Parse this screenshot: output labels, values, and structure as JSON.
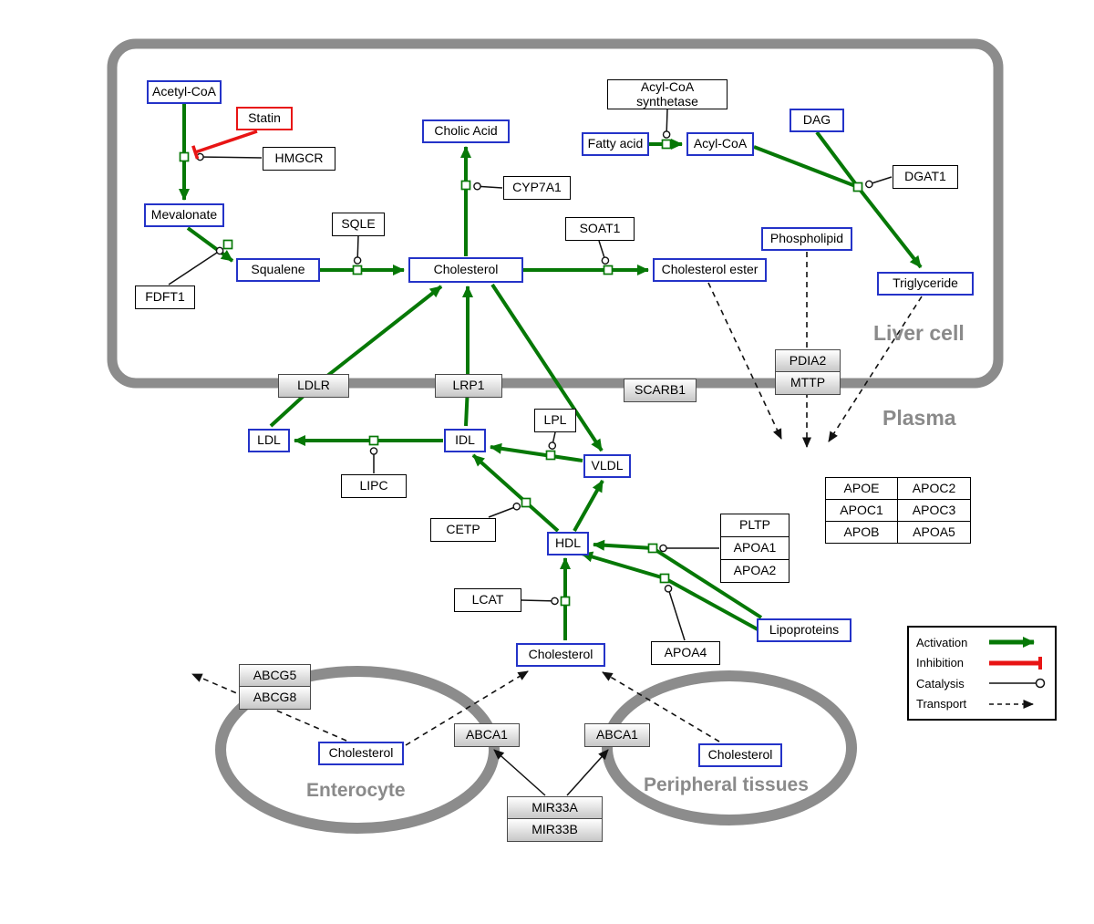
{
  "compartments": {
    "liver": {
      "label": "Liver cell"
    },
    "plasma": {
      "label": "Plasma"
    },
    "enterocyte": {
      "label": "Enterocyte"
    },
    "peripheral": {
      "label": "Peripheral tissues"
    }
  },
  "colors": {
    "activation": "#067806",
    "inhibition": "#e81414",
    "metabolite_border": "#2433c8",
    "compartment_border": "#8c8c8c"
  },
  "nodes": {
    "acetyl_coa": {
      "label": "Acetyl-CoA",
      "type": "metabolite"
    },
    "statin": {
      "label": "Statin",
      "type": "inhibitor"
    },
    "hmgcr": {
      "label": "HMGCR",
      "type": "gene"
    },
    "mevalonate": {
      "label": "Mevalonate",
      "type": "metabolite"
    },
    "fdft1": {
      "label": "FDFT1",
      "type": "gene"
    },
    "squalene": {
      "label": "Squalene",
      "type": "metabolite"
    },
    "sqle": {
      "label": "SQLE",
      "type": "gene"
    },
    "cholic_acid": {
      "label": "Cholic Acid",
      "type": "metabolite"
    },
    "cyp7a1": {
      "label": "CYP7A1",
      "type": "gene"
    },
    "cholesterol_liver": {
      "label": "Cholesterol",
      "type": "metabolite"
    },
    "soat1": {
      "label": "SOAT1",
      "type": "gene"
    },
    "cholesterol_ester": {
      "label": "Cholesterol ester",
      "type": "metabolite"
    },
    "acyl_coa_synthetase": {
      "label": "Acyl-CoA synthetase",
      "type": "gene"
    },
    "fatty_acid": {
      "label": "Fatty acid",
      "type": "metabolite"
    },
    "acyl_coa": {
      "label": "Acyl-CoA",
      "type": "metabolite"
    },
    "dag": {
      "label": "DAG",
      "type": "metabolite"
    },
    "dgat1": {
      "label": "DGAT1",
      "type": "gene"
    },
    "phospholipid": {
      "label": "Phospholipid",
      "type": "metabolite"
    },
    "triglyceride": {
      "label": "Triglyceride",
      "type": "metabolite"
    },
    "pdia2": {
      "label": "PDIA2",
      "type": "membrane-protein"
    },
    "mttp": {
      "label": "MTTP",
      "type": "membrane-protein"
    },
    "ldlr": {
      "label": "LDLR",
      "type": "membrane-protein"
    },
    "lrp1": {
      "label": "LRP1",
      "type": "membrane-protein"
    },
    "scarb1": {
      "label": "SCARB1",
      "type": "membrane-protein"
    },
    "ldl": {
      "label": "LDL",
      "type": "metabolite"
    },
    "idl": {
      "label": "IDL",
      "type": "metabolite"
    },
    "lipc": {
      "label": "LIPC",
      "type": "gene"
    },
    "lpl": {
      "label": "LPL",
      "type": "gene"
    },
    "vldl": {
      "label": "VLDL",
      "type": "metabolite"
    },
    "cetp": {
      "label": "CETP",
      "type": "gene"
    },
    "hdl": {
      "label": "HDL",
      "type": "metabolite"
    },
    "lcat": {
      "label": "LCAT",
      "type": "gene"
    },
    "cholesterol_plasma": {
      "label": "Cholesterol",
      "type": "metabolite"
    },
    "apoa4": {
      "label": "APOA4",
      "type": "gene"
    },
    "lipoproteins": {
      "label": "Lipoproteins",
      "type": "metabolite"
    },
    "pltp": {
      "label": "PLTP",
      "type": "gene"
    },
    "apoa1": {
      "label": "APOA1",
      "type": "gene"
    },
    "apoa2": {
      "label": "APOA2",
      "type": "gene"
    },
    "apoe": {
      "label": "APOE",
      "type": "gene"
    },
    "apoc2": {
      "label": "APOC2",
      "type": "gene"
    },
    "apoc1": {
      "label": "APOC1",
      "type": "gene"
    },
    "apoc3": {
      "label": "APOC3",
      "type": "gene"
    },
    "apob": {
      "label": "APOB",
      "type": "gene"
    },
    "apoa5": {
      "label": "APOA5",
      "type": "gene"
    },
    "abcg5": {
      "label": "ABCG5",
      "type": "membrane-protein"
    },
    "abcg8": {
      "label": "ABCG8",
      "type": "membrane-protein"
    },
    "cholesterol_enterocyte": {
      "label": "Cholesterol",
      "type": "metabolite"
    },
    "abca1_left": {
      "label": "ABCA1",
      "type": "membrane-protein"
    },
    "abca1_right": {
      "label": "ABCA1",
      "type": "membrane-protein"
    },
    "cholesterol_peripheral": {
      "label": "Cholesterol",
      "type": "metabolite"
    },
    "mir33a": {
      "label": "MIR33A",
      "type": "gene"
    },
    "mir33b": {
      "label": "MIR33B",
      "type": "gene"
    }
  },
  "interactions": [
    {
      "source": "Acetyl-CoA",
      "target": "Mevalonate",
      "type": "conversion",
      "catalyst": "HMGCR",
      "inhibitor": "Statin"
    },
    {
      "source": "Mevalonate",
      "target": "Squalene",
      "type": "conversion",
      "catalyst": "FDFT1"
    },
    {
      "source": "Squalene",
      "target": "Cholesterol",
      "type": "conversion",
      "catalyst": "SQLE"
    },
    {
      "source": "Cholesterol",
      "target": "Cholic Acid",
      "type": "conversion",
      "catalyst": "CYP7A1"
    },
    {
      "source": "Cholesterol",
      "target": "Cholesterol ester",
      "type": "conversion",
      "catalyst": "SOAT1"
    },
    {
      "source": "Fatty acid",
      "target": "Acyl-CoA",
      "type": "conversion",
      "catalyst": "Acyl-CoA synthetase"
    },
    {
      "source": "Acyl-CoA + DAG",
      "target": "Triglyceride",
      "type": "conversion",
      "catalyst": "DGAT1"
    },
    {
      "source": "LDL",
      "target": "Cholesterol (liver)",
      "type": "activation",
      "via": "LDLR"
    },
    {
      "source": "IDL",
      "target": "Cholesterol (liver)",
      "type": "activation",
      "via": "LRP1"
    },
    {
      "source": "Cholesterol (liver)",
      "target": "VLDL",
      "type": "activation"
    },
    {
      "source": "VLDL",
      "target": "IDL",
      "type": "conversion",
      "catalyst": "LPL"
    },
    {
      "source": "IDL",
      "target": "LDL",
      "type": "conversion",
      "catalyst": "LIPC"
    },
    {
      "source": "HDL",
      "target": "IDL",
      "type": "conversion",
      "catalyst": "CETP"
    },
    {
      "source": "HDL",
      "target": "VLDL",
      "type": "activation"
    },
    {
      "source": "Cholesterol (plasma)",
      "target": "HDL",
      "type": "conversion",
      "catalyst": "LCAT"
    },
    {
      "source": "Lipoproteins",
      "target": "HDL",
      "type": "activation",
      "catalyst": "PLTP / APOA1 / APOA2"
    },
    {
      "source": "Lipoproteins",
      "target": "HDL",
      "type": "activation",
      "catalyst": "APOA4"
    },
    {
      "source": "Cholesterol ester",
      "target": "Plasma",
      "type": "transport"
    },
    {
      "source": "Phospholipid",
      "target": "Plasma",
      "type": "transport",
      "via": "PDIA2 / MTTP"
    },
    {
      "source": "Triglyceride",
      "target": "Plasma",
      "type": "transport"
    },
    {
      "source": "Cholesterol (enterocyte)",
      "target": "outside Enterocyte",
      "type": "transport",
      "via": "ABCG5 / ABCG8"
    },
    {
      "source": "Cholesterol (enterocyte)",
      "target": "Cholesterol (plasma)",
      "type": "transport",
      "via": "ABCA1"
    },
    {
      "source": "Cholesterol (peripheral)",
      "target": "Cholesterol (plasma)",
      "type": "transport",
      "via": "ABCA1"
    },
    {
      "source": "MIR33A / MIR33B",
      "target": "ABCA1",
      "type": "regulation"
    }
  ],
  "legend": {
    "items": [
      {
        "label": "Activation",
        "type": "activation"
      },
      {
        "label": "Inhibition",
        "type": "inhibition"
      },
      {
        "label": "Catalysis",
        "type": "catalysis"
      },
      {
        "label": "Transport",
        "type": "transport"
      }
    ]
  }
}
